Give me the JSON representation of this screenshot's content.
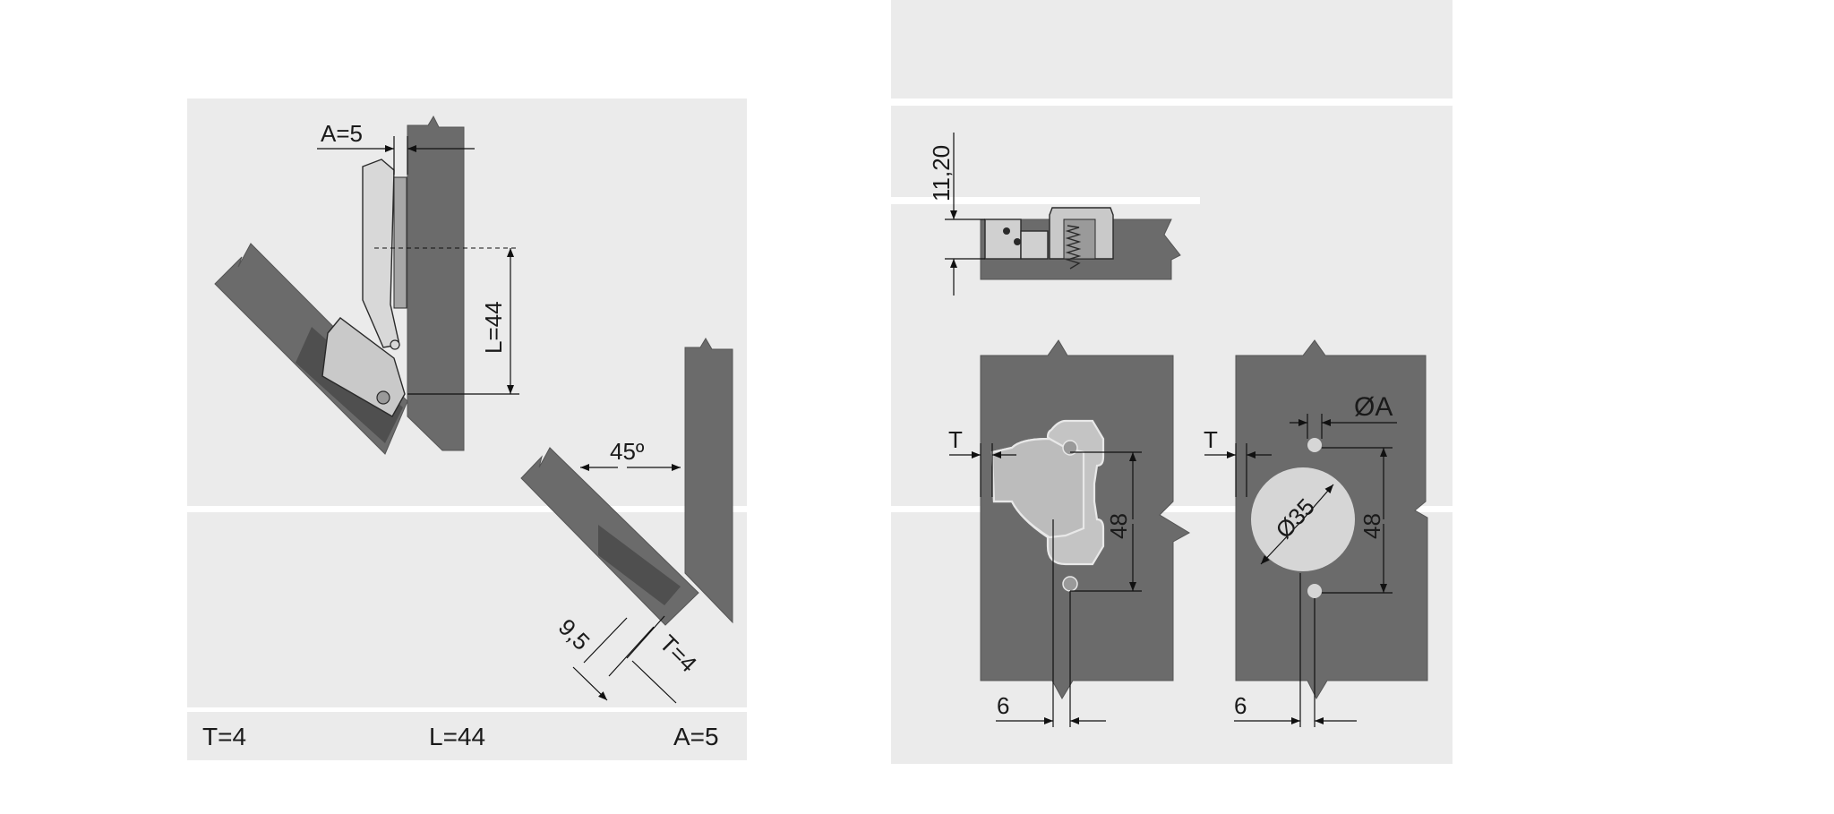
{
  "colors": {
    "panel": "#ebebeb",
    "panel_band": "#e7e7e7",
    "separator": "#ffffff",
    "board": "#6b6b6b",
    "board_edge": "#4f4f4f",
    "metal": "#d8d8d8",
    "metal_outline": "#2a2a2a",
    "drilling": "#d6d6d6",
    "dim_line": "#111111",
    "text": "#1a1a1a"
  },
  "left_diagram": {
    "dim_a": "A=5",
    "dim_l": "L=44",
    "angle": "45º",
    "dim_offset": "9,5",
    "dim_t": "T=4",
    "footer": {
      "t": "T=4",
      "l": "L=44",
      "a": "A=5"
    }
  },
  "right_diagram": {
    "dim_height": "11,20",
    "plate_view": {
      "dim_t": "T",
      "dim_spacing": "48",
      "dim_offset": "6"
    },
    "drilling_view": {
      "dim_hole": "ØA",
      "dim_t": "T",
      "dim_cup": "Ø35",
      "dim_spacing": "48",
      "dim_offset": "6"
    }
  }
}
